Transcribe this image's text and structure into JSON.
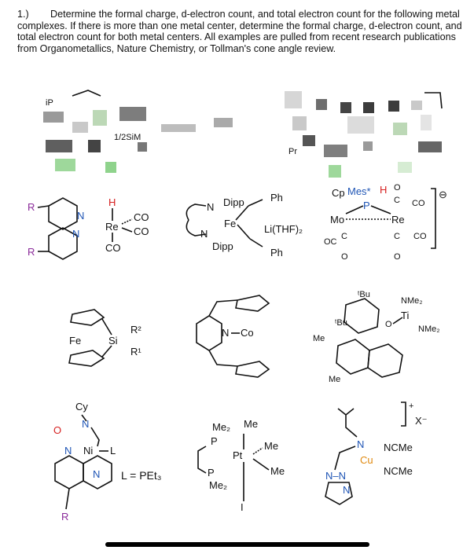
{
  "question": {
    "number": "1.)",
    "text": "Determine the formal charge, d-electron count, and total electron count for the following metal complexes. If there is more than one metal center, determine the formal charge, d-electron count, and total electron count for both metal centers. All examples are pulled from recent research publications from Organometallics, Nature Chemistry, or Tollman's cone angle review."
  },
  "blurred_row": {
    "fragments": [
      "iP",
      "1/2SiM",
      "Pr"
    ]
  },
  "row1": {
    "re_complex": {
      "R_top": "R",
      "R_bottom": "R",
      "H": "H",
      "N1": "N",
      "N2": "N",
      "metal": "Re",
      "co1": "CO",
      "co2": "CO",
      "co3": "CO"
    },
    "fe_complex": {
      "dipp_top": "Dipp",
      "dipp_bottom": "Dipp",
      "N1": "N",
      "N2": "N",
      "metal": "Fe",
      "ph_top": "Ph",
      "ph_bottom": "Ph",
      "li": "Li(THF)₂"
    },
    "mo_re_complex": {
      "cp": "Cp",
      "mes": "Mes*",
      "H": "H",
      "P": "P",
      "mo": "Mo",
      "re": "Re",
      "oc_left": "OC",
      "c1": "C",
      "o1": "O",
      "c2": "C",
      "o2": "O",
      "c3": "C",
      "o3": "O",
      "co_top": "CO",
      "co_right": "CO",
      "charge": "⊖"
    }
  },
  "row2": {
    "fe_si": {
      "fe": "Fe",
      "si": "Si",
      "r2": "R²",
      "r1": "R¹"
    },
    "co_pyridine": {
      "n": "N",
      "co": "Co"
    },
    "ti_complex": {
      "tbu1": "ᵗBu",
      "tbu2": "ᵗBu",
      "me1": "Me",
      "me2": "Me",
      "o": "O",
      "ti": "Ti",
      "nme2_top": "NMe₂",
      "nme2_right": "NMe₂"
    }
  },
  "row3": {
    "ni_complex": {
      "cy": "Cy",
      "o": "O",
      "n1": "N",
      "n2": "N",
      "ni": "Ni",
      "l": "L",
      "n3": "N",
      "r": "R",
      "l_def": "L = PEt₃"
    },
    "pt_complex": {
      "me2_top": "Me₂",
      "me_top": "Me",
      "p1": "P",
      "pt": "Pt",
      "me_r1": "Me",
      "p2": "P",
      "me_r2": "Me",
      "me2_bottom": "Me₂",
      "i": "I"
    },
    "cu_complex": {
      "n_top": "N",
      "cu": "Cu",
      "ncme1": "NCMe",
      "ncme2": "NCMe",
      "nn": "N–N",
      "n_ring": "N",
      "charge": "+",
      "anion": "X⁻"
    }
  },
  "colors": {
    "purple": "#8a2a9a",
    "blue": "#1f55b5",
    "red": "#d62020",
    "orange": "#e08a10"
  }
}
